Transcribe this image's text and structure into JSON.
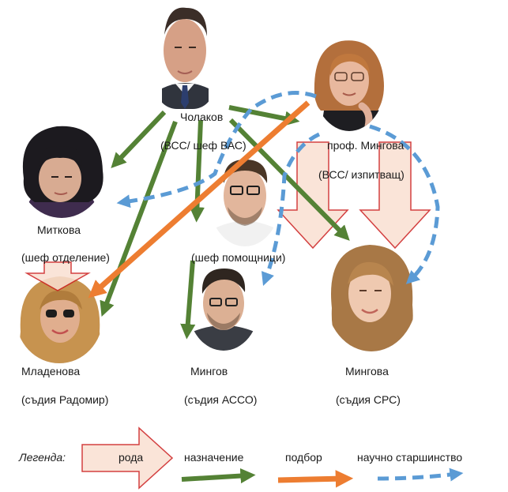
{
  "colors": {
    "blood_fill": "#fae0d2",
    "blood_stroke": "#cc1f1f",
    "appointment": "#548235",
    "selection": "#ed7d31",
    "scientific": "#5b9bd5"
  },
  "people": [
    {
      "id": "cholakov",
      "name": "Чолаков",
      "role": "(ВСС/ шеф ВАС)",
      "photo": "portrait-photo-man"
    },
    {
      "id": "mingova_prof",
      "name": "проф. Мингова",
      "role": "(ВСС/ изпитващ)",
      "photo": "portrait-photo-woman"
    },
    {
      "id": "mitkova",
      "name": "Миткова",
      "role": "(шеф отделение)",
      "photo": "portrait-photo-woman"
    },
    {
      "id": "assistant",
      "name": "",
      "role": "(шеф помощници)",
      "photo": "portrait-photo-man"
    },
    {
      "id": "mladenova",
      "name": "Младенова",
      "role": "(съдия Радомир)",
      "photo": "portrait-photo-woman"
    },
    {
      "id": "mingov",
      "name": "Мингов",
      "role": "(съдия АССО)",
      "photo": "portrait-photo-man"
    },
    {
      "id": "mingova_judge",
      "name": "Мингова",
      "role": "(съдия СРС)",
      "photo": "portrait-photo-woman"
    }
  ],
  "relations": [
    {
      "type": "appointment",
      "from": "cholakov",
      "to": "mitkova"
    },
    {
      "type": "appointment",
      "from": "cholakov",
      "to": "mladenova"
    },
    {
      "type": "appointment",
      "from": "cholakov",
      "to": "assistant"
    },
    {
      "type": "appointment",
      "from": "cholakov",
      "to": "mingova_prof"
    },
    {
      "type": "appointment",
      "from": "cholakov",
      "to": "mingova_judge"
    },
    {
      "type": "appointment",
      "from": "assistant",
      "to": "mingov"
    },
    {
      "type": "selection",
      "from": "mingova_prof",
      "to": "mladenova"
    },
    {
      "type": "scientific",
      "from": "mingova_prof",
      "to": "mitkova"
    },
    {
      "type": "scientific",
      "from": "mingova_prof",
      "to": "mingov"
    },
    {
      "type": "scientific",
      "from": "mingova_prof",
      "to": "mingova_judge"
    },
    {
      "type": "blood",
      "from": "mitkova",
      "to": "mladenova"
    },
    {
      "type": "blood",
      "from": "mingova_prof",
      "to": "mingov"
    },
    {
      "type": "blood",
      "from": "mingova_prof",
      "to": "mingova_judge"
    }
  ],
  "legend": {
    "title": "Легенда:",
    "blood": "рода",
    "appointment": "назначение",
    "selection": "подбор",
    "scientific": "научно старшинство"
  }
}
